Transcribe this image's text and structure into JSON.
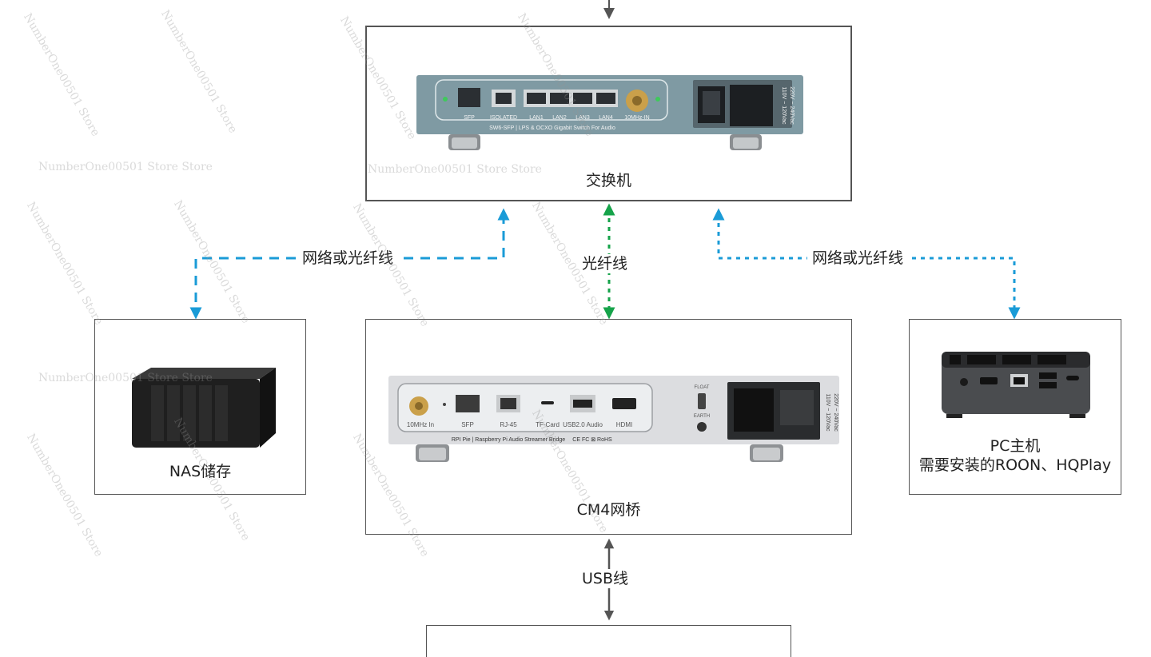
{
  "nodes": {
    "switch": {
      "caption": "交换机"
    },
    "bridge": {
      "caption": "CM4网桥"
    },
    "nas": {
      "caption": "NAS储存"
    },
    "pc": {
      "caption_line1": "PC主机",
      "caption_line2": "需要安装的ROON、HQPlay"
    }
  },
  "edges": {
    "nas_link": "网络或光纤线",
    "fiber_link": "光纤线",
    "pc_link": "网络或光纤线",
    "usb_link": "USB线"
  },
  "switch_panel": {
    "ports": [
      "SFP",
      "ISOLATED",
      "LAN1",
      "LAN2",
      "LAN3",
      "LAN4",
      "10MHz-IN"
    ],
    "model_text": "SW6-SFP | LPS & OCXO Gigabit Switch For Audio",
    "voltage_text_1": "110V ~ 120Vac",
    "voltage_text_2": "220V ~ 240Vac"
  },
  "bridge_panel": {
    "ports": [
      "10MHz In",
      "SFP",
      "RJ-45",
      "TF-Card",
      "USB2.0 Audio",
      "HDMI"
    ],
    "switch_labels": [
      "FLOAT",
      "EARTH"
    ],
    "model_text": "RPI Pie | Raspberry Pi Audio Streamer Bridge",
    "cert_text": "CE FC ⊠ RoHS",
    "voltage_text_1": "110V ~ 120Vac",
    "voltage_text_2": "220V ~ 240Vac"
  },
  "watermark": "NumberOne00501 Store Store",
  "watermark_short": "NumberOne00501 Store",
  "colors": {
    "network_blue": "#1a9bd7",
    "fiber_green": "#16a34a",
    "usb_gray": "#555555"
  }
}
